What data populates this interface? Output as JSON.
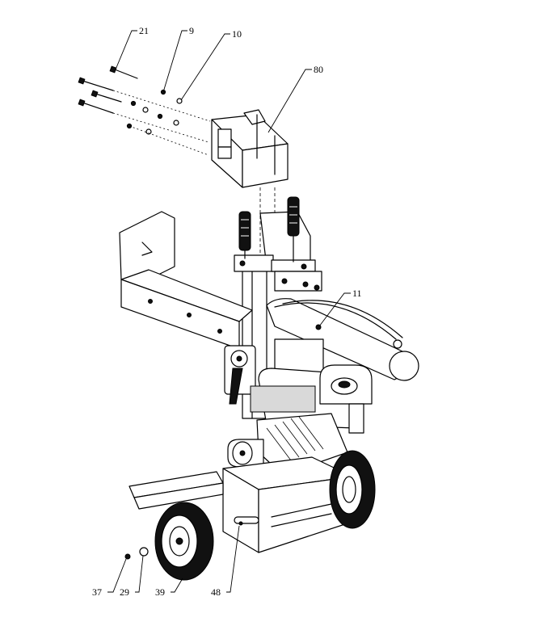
{
  "diagram": {
    "callouts": [
      {
        "id": "c21",
        "label": "21"
      },
      {
        "id": "c9",
        "label": "9"
      },
      {
        "id": "c10",
        "label": "10"
      },
      {
        "id": "c80",
        "label": "80"
      },
      {
        "id": "c11",
        "label": "11"
      },
      {
        "id": "c37",
        "label": "37"
      },
      {
        "id": "c29",
        "label": "29"
      },
      {
        "id": "c39",
        "label": "39"
      },
      {
        "id": "c48",
        "label": "48"
      }
    ]
  }
}
